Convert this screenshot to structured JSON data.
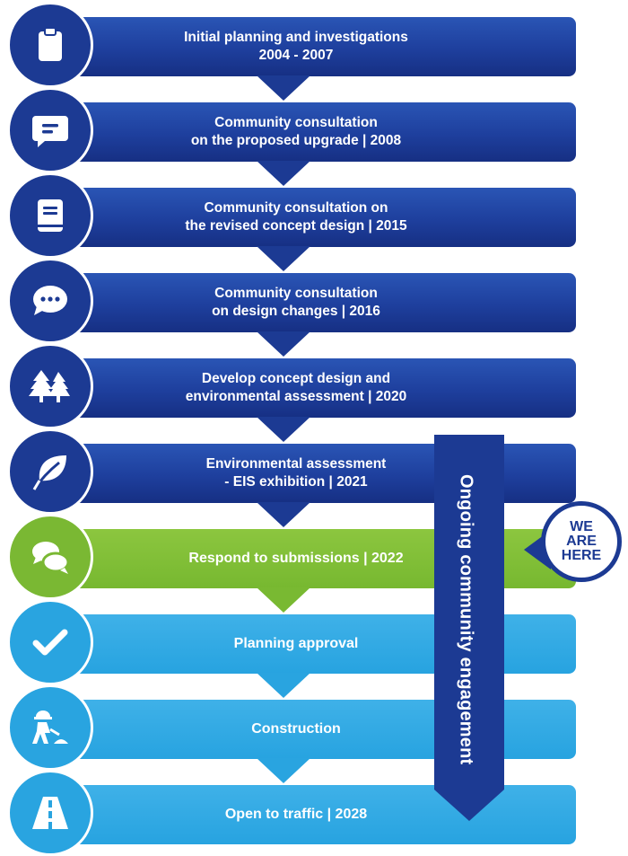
{
  "colors": {
    "dark_blue": "#1c3a93",
    "green": "#7ab833",
    "light_blue": "#29a4e0",
    "white": "#ffffff"
  },
  "stages": [
    {
      "line1": "Initial planning and investigations",
      "line2": "2004 - 2007",
      "icon": "clipboard-icon",
      "style": "dark"
    },
    {
      "line1": "Community consultation",
      "line2": "on the proposed upgrade | 2008",
      "icon": "message-icon",
      "style": "dark"
    },
    {
      "line1": "Community consultation on",
      "line2": "the revised concept design | 2015",
      "icon": "book-icon",
      "style": "dark"
    },
    {
      "line1": "Community consultation",
      "line2": "on design changes | 2016",
      "icon": "chat-bubble-icon",
      "style": "dark"
    },
    {
      "line1": "Develop concept design and",
      "line2": "environmental assessment | 2020",
      "icon": "trees-icon",
      "style": "dark"
    },
    {
      "line1": "Environmental assessment",
      "line2": "- EIS exhibition | 2021",
      "icon": "leaf-icon",
      "style": "dark"
    },
    {
      "line1": "Respond to submissions | 2022",
      "line2": "",
      "icon": "speech-bubbles-icon",
      "style": "green"
    },
    {
      "line1": "Planning approval",
      "line2": "",
      "icon": "checkmark-icon",
      "style": "light"
    },
    {
      "line1": "Construction",
      "line2": "",
      "icon": "worker-icon",
      "style": "light"
    },
    {
      "line1": "Open to traffic | 2028",
      "line2": "",
      "icon": "road-icon",
      "style": "light"
    }
  ],
  "engagement": {
    "label": "Ongoing community engagement"
  },
  "current_marker": {
    "line1": "WE",
    "line2": "ARE",
    "line3": "HERE"
  }
}
